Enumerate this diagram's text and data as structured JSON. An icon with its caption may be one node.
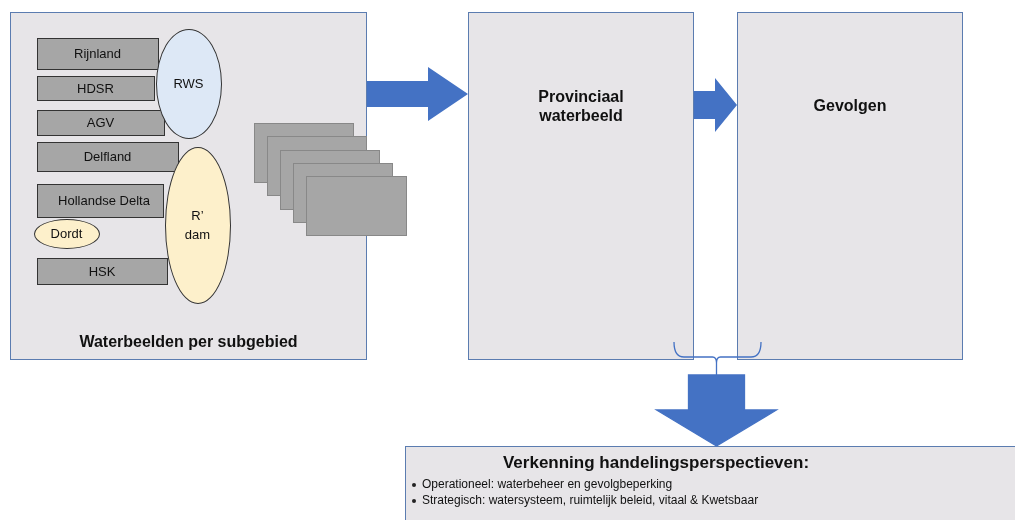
{
  "diagram": {
    "nodes": [
      {
        "text": [
          "Waterbeelden per subgebied"
        ]
      },
      {
        "text": [
          "Rijnland"
        ],
        "in": 0
      },
      {
        "text": [
          "HDSR"
        ],
        "in": 0
      },
      {
        "text": [
          "AGV"
        ],
        "in": 0
      },
      {
        "text": [
          "Delfland"
        ],
        "in": 0
      },
      {
        "text": [
          "Hollandse Delta"
        ],
        "in": 0
      },
      {
        "text": [
          "Dordt"
        ],
        "in": 0
      },
      {
        "text": [
          "HSK"
        ],
        "in": 0
      },
      {
        "text": [
          "RWS"
        ],
        "in": 0
      },
      {
        "text": [
          "R’ dam"
        ],
        "in": 0
      },
      {
        "text": [],
        "shape": "box",
        "in": 0
      },
      {
        "text": [],
        "shape": "box",
        "in": 0
      },
      {
        "text": [],
        "shape": "box",
        "in": 0
      },
      {
        "text": [],
        "shape": "box",
        "in": 0
      },
      {
        "text": [],
        "shape": "box",
        "in": 0
      },
      {
        "text": [
          "Provinciaal waterbeeld"
        ]
      },
      {
        "text": [
          "Gevolgen"
        ]
      },
      {
        "text": [
          "Verkenning handelingsperspectieven:",
          "Operationeel: waterbeheer en gevolgbeperking",
          "Strategisch: watersysteem, ruimtelijk beleid, vitaal & Kwetsbaar"
        ]
      }
    ],
    "edges": [
      {
        "from": 0,
        "to": 15,
        "arrow": "to"
      },
      {
        "from": 15,
        "to": 16,
        "arrow": "to"
      },
      {
        "from": 15,
        "to": 17,
        "arrow": "to"
      },
      {
        "from": 16,
        "to": 17,
        "arrow": "to"
      }
    ]
  }
}
